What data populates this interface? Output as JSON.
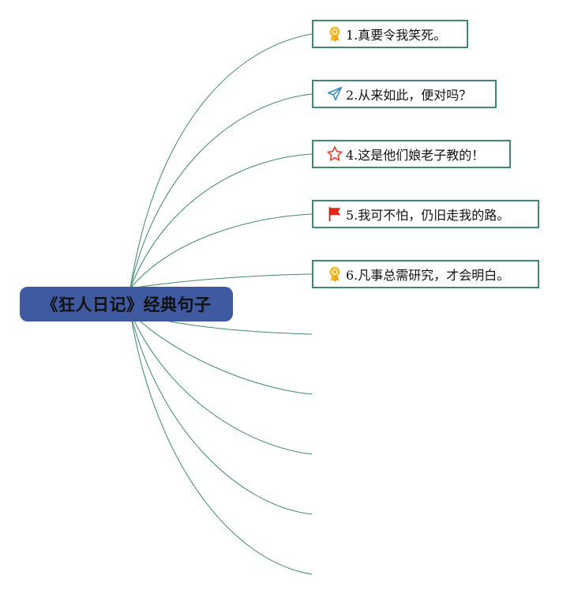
{
  "root": {
    "label": "《狂人日记》经典句子"
  },
  "branches": [
    {
      "text": "1.真要令我笑死。",
      "icon": "award-ribbon-icon"
    },
    {
      "text": "2.从来如此，便对吗？",
      "icon": "paper-plane-icon"
    },
    {
      "text": "4.这是他们娘老子教的！",
      "icon": "star-icon"
    },
    {
      "text": "5.我可不怕，仍旧走我的路。",
      "icon": "red-flag-icon"
    },
    {
      "text": "6.凡事总需研究，才会明白。",
      "icon": "award-ribbon-icon"
    }
  ],
  "empty_branch_count": 5,
  "colors": {
    "root_fill": "#3f5aa0",
    "link": "#3e8a6c",
    "node_border": "#3e8a6c",
    "award": "#f2b61d",
    "plane": "#2f8fc7",
    "star": "#e8402f",
    "flag": "#e8231a"
  }
}
